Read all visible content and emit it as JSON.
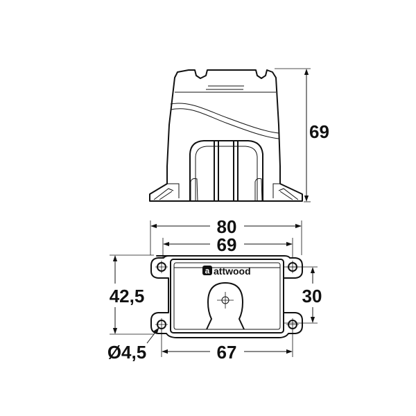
{
  "dimensions": {
    "height_side": "69",
    "width_overall": "80",
    "width_inner": "69",
    "depth_overall": "42,5",
    "depth_inner": "30",
    "hole_diameter": "Ø4,5",
    "hole_spacing": "67"
  },
  "logo": {
    "brand": "attwood",
    "mark_letter": "a"
  },
  "colors": {
    "line": "#111111",
    "background": "#ffffff"
  }
}
